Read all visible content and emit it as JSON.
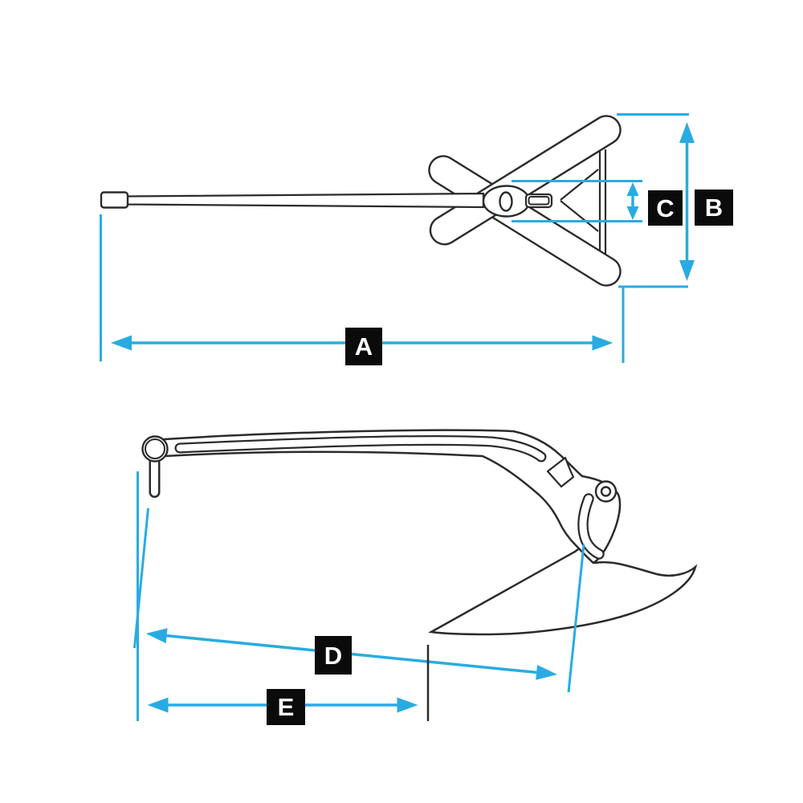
{
  "title": "anchor-dimension-diagram",
  "dimension_labels": {
    "a": "A",
    "b": "B",
    "c": "C",
    "d": "D",
    "e": "E"
  },
  "colors": {
    "dimension": "#29ABE2",
    "line_art": "#2b2b2b",
    "label_bg": "#0b0b0b",
    "label_text": "#ffffff",
    "background": "#ffffff"
  }
}
